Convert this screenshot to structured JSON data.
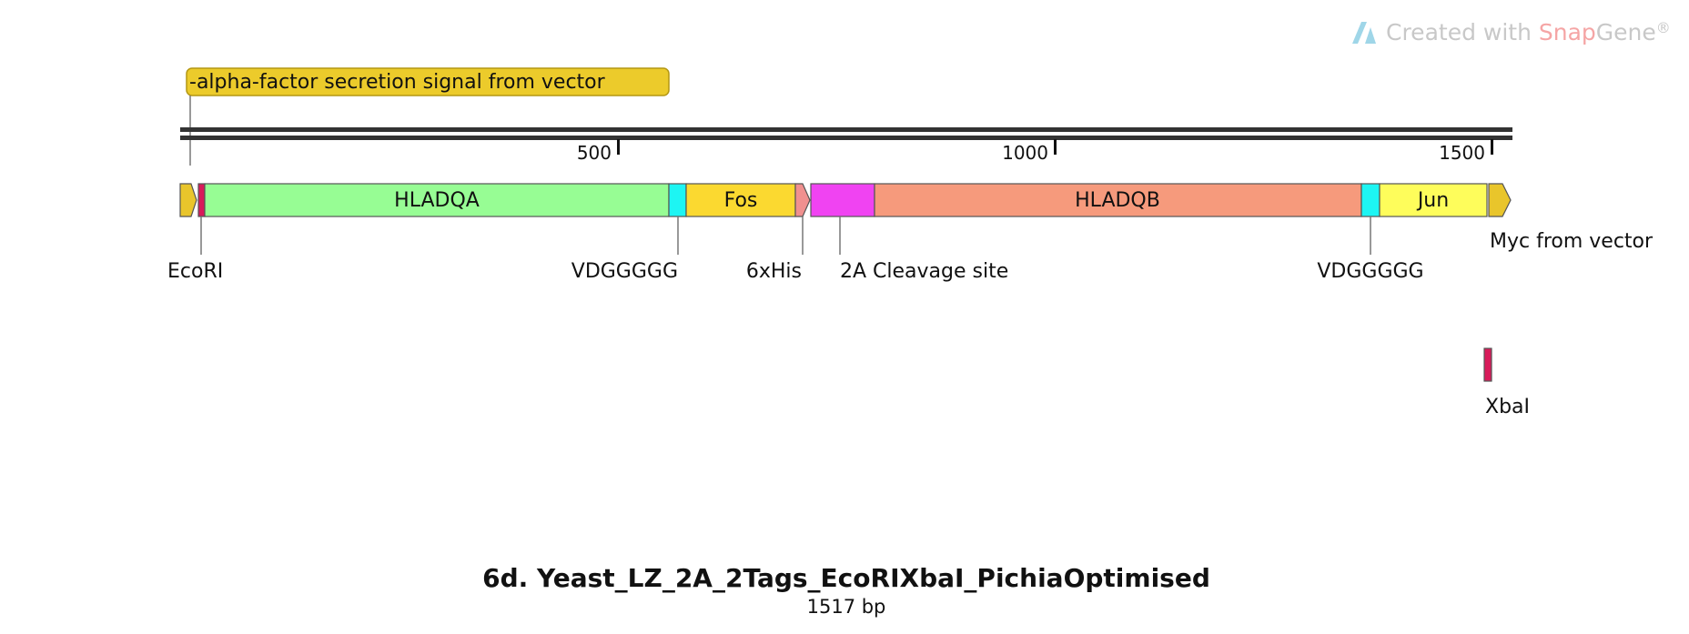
{
  "watermark": {
    "prefix": "Created with ",
    "brand_a": "Snap",
    "brand_b": "Gene",
    "reg": "®"
  },
  "sequence": {
    "name": "6d. Yeast_LZ_2A_2Tags_EcoRIXbaI_PichiaOptimised",
    "length_label": "1517 bp",
    "length_bp": 1517
  },
  "ruler": {
    "ticks": [
      {
        "pos": 500,
        "label": "500"
      },
      {
        "pos": 1000,
        "label": "1000"
      },
      {
        "pos": 1500,
        "label": "1500"
      }
    ]
  },
  "signal_feature": {
    "label": "-alpha-factor secretion signal from vector",
    "color": "#eccb2b"
  },
  "features": [
    {
      "name": "vector-end-left",
      "label": "",
      "color": "#e9c52b",
      "shape": "arrow"
    },
    {
      "name": "ecori-block",
      "label": "",
      "color": "#d81b5a",
      "shape": "rect"
    },
    {
      "name": "hladqa",
      "label": "HLADQA",
      "color": "#97fd94",
      "shape": "rect"
    },
    {
      "name": "linker-1",
      "label": "",
      "color": "#1df5f3",
      "shape": "rect"
    },
    {
      "name": "fos",
      "label": "Fos",
      "color": "#fbd930",
      "shape": "rect"
    },
    {
      "name": "his-tag",
      "label": "",
      "color": "#f0908f",
      "shape": "arrow"
    },
    {
      "name": "cleavage-2a",
      "label": "",
      "color": "#f043f2",
      "shape": "rect"
    },
    {
      "name": "hladqb",
      "label": "HLADQB",
      "color": "#f69a7c",
      "shape": "rect"
    },
    {
      "name": "linker-2",
      "label": "",
      "color": "#1df5f3",
      "shape": "rect"
    },
    {
      "name": "jun",
      "label": "Jun",
      "color": "#fefd5b",
      "shape": "rect"
    },
    {
      "name": "myc",
      "label": "",
      "color": "#e9c52b",
      "shape": "arrow"
    }
  ],
  "sites": [
    {
      "name": "ecori",
      "label": "EcoRI"
    },
    {
      "name": "vdggggg-1",
      "label": "VDGGGGG"
    },
    {
      "name": "his",
      "label": "6xHis"
    },
    {
      "name": "cleavage",
      "label": "2A Cleavage site"
    },
    {
      "name": "vdggggg-2",
      "label": "VDGGGGG"
    },
    {
      "name": "myc",
      "label": "Myc from vector"
    },
    {
      "name": "xbai",
      "label": "XbaI",
      "color": "#d81b5a"
    }
  ]
}
